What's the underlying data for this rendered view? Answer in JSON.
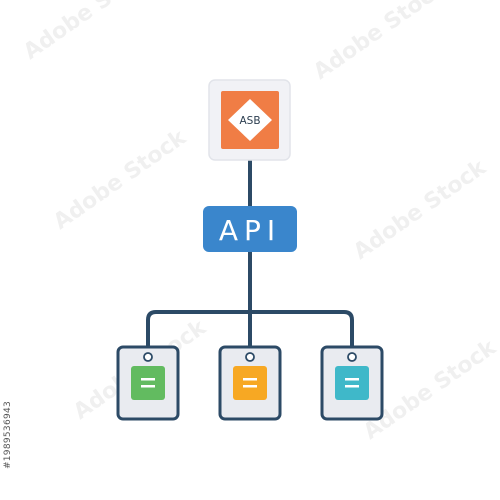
{
  "diagram": {
    "top_node": {
      "label": "ASB",
      "outer_color": "#f1f2f6",
      "inner_color": "#f07d45"
    },
    "api_node": {
      "label": "API",
      "color": "#3a86cc"
    },
    "connector_color": "#2c4a66",
    "devices": [
      {
        "name": "device-left",
        "screen_color": "#62bb60"
      },
      {
        "name": "device-center",
        "screen_color": "#f7a823"
      },
      {
        "name": "device-right",
        "screen_color": "#3fb8c9"
      }
    ]
  },
  "watermark": {
    "text": "Adobe Stock",
    "id": "#1989536943"
  }
}
